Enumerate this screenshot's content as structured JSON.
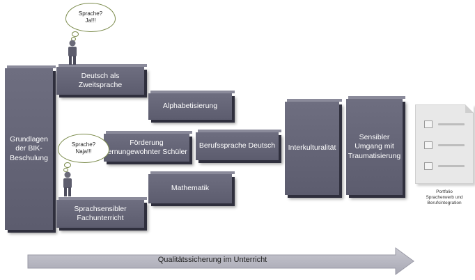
{
  "blocks": {
    "grundlagen": "Grundlagen\nder BIK-\nBeschulung",
    "daz": "Deutsch als\nZweitsprache",
    "alphabetisierung": "Alphabetisierung",
    "foerderung": "Förderung\nlernungewohnter Schüler",
    "berufssprache": "Berufssprache Deutsch",
    "interkulturalitaet": "Interkulturalität",
    "sensibler": "Sensibler\nUmgang mit\nTraumatisierung",
    "mathematik": "Mathematik",
    "sprachsensibler": "Sprachsensibler\nFachunterricht"
  },
  "clouds": {
    "top": "Sprache?\nJa!!!",
    "middle": "Sprache?\nNaja!!!"
  },
  "portfolio": {
    "caption": "Portfolio\nSpracherwerb und\nBerufsintegration"
  },
  "arrow": {
    "label": "Qualitätssicherung im Unterricht"
  },
  "colors": {
    "block": "#64647a",
    "block_shadow": "#2f2f3d",
    "arrow": "#b4b4be",
    "cloud_border": "#7a8a4a"
  }
}
